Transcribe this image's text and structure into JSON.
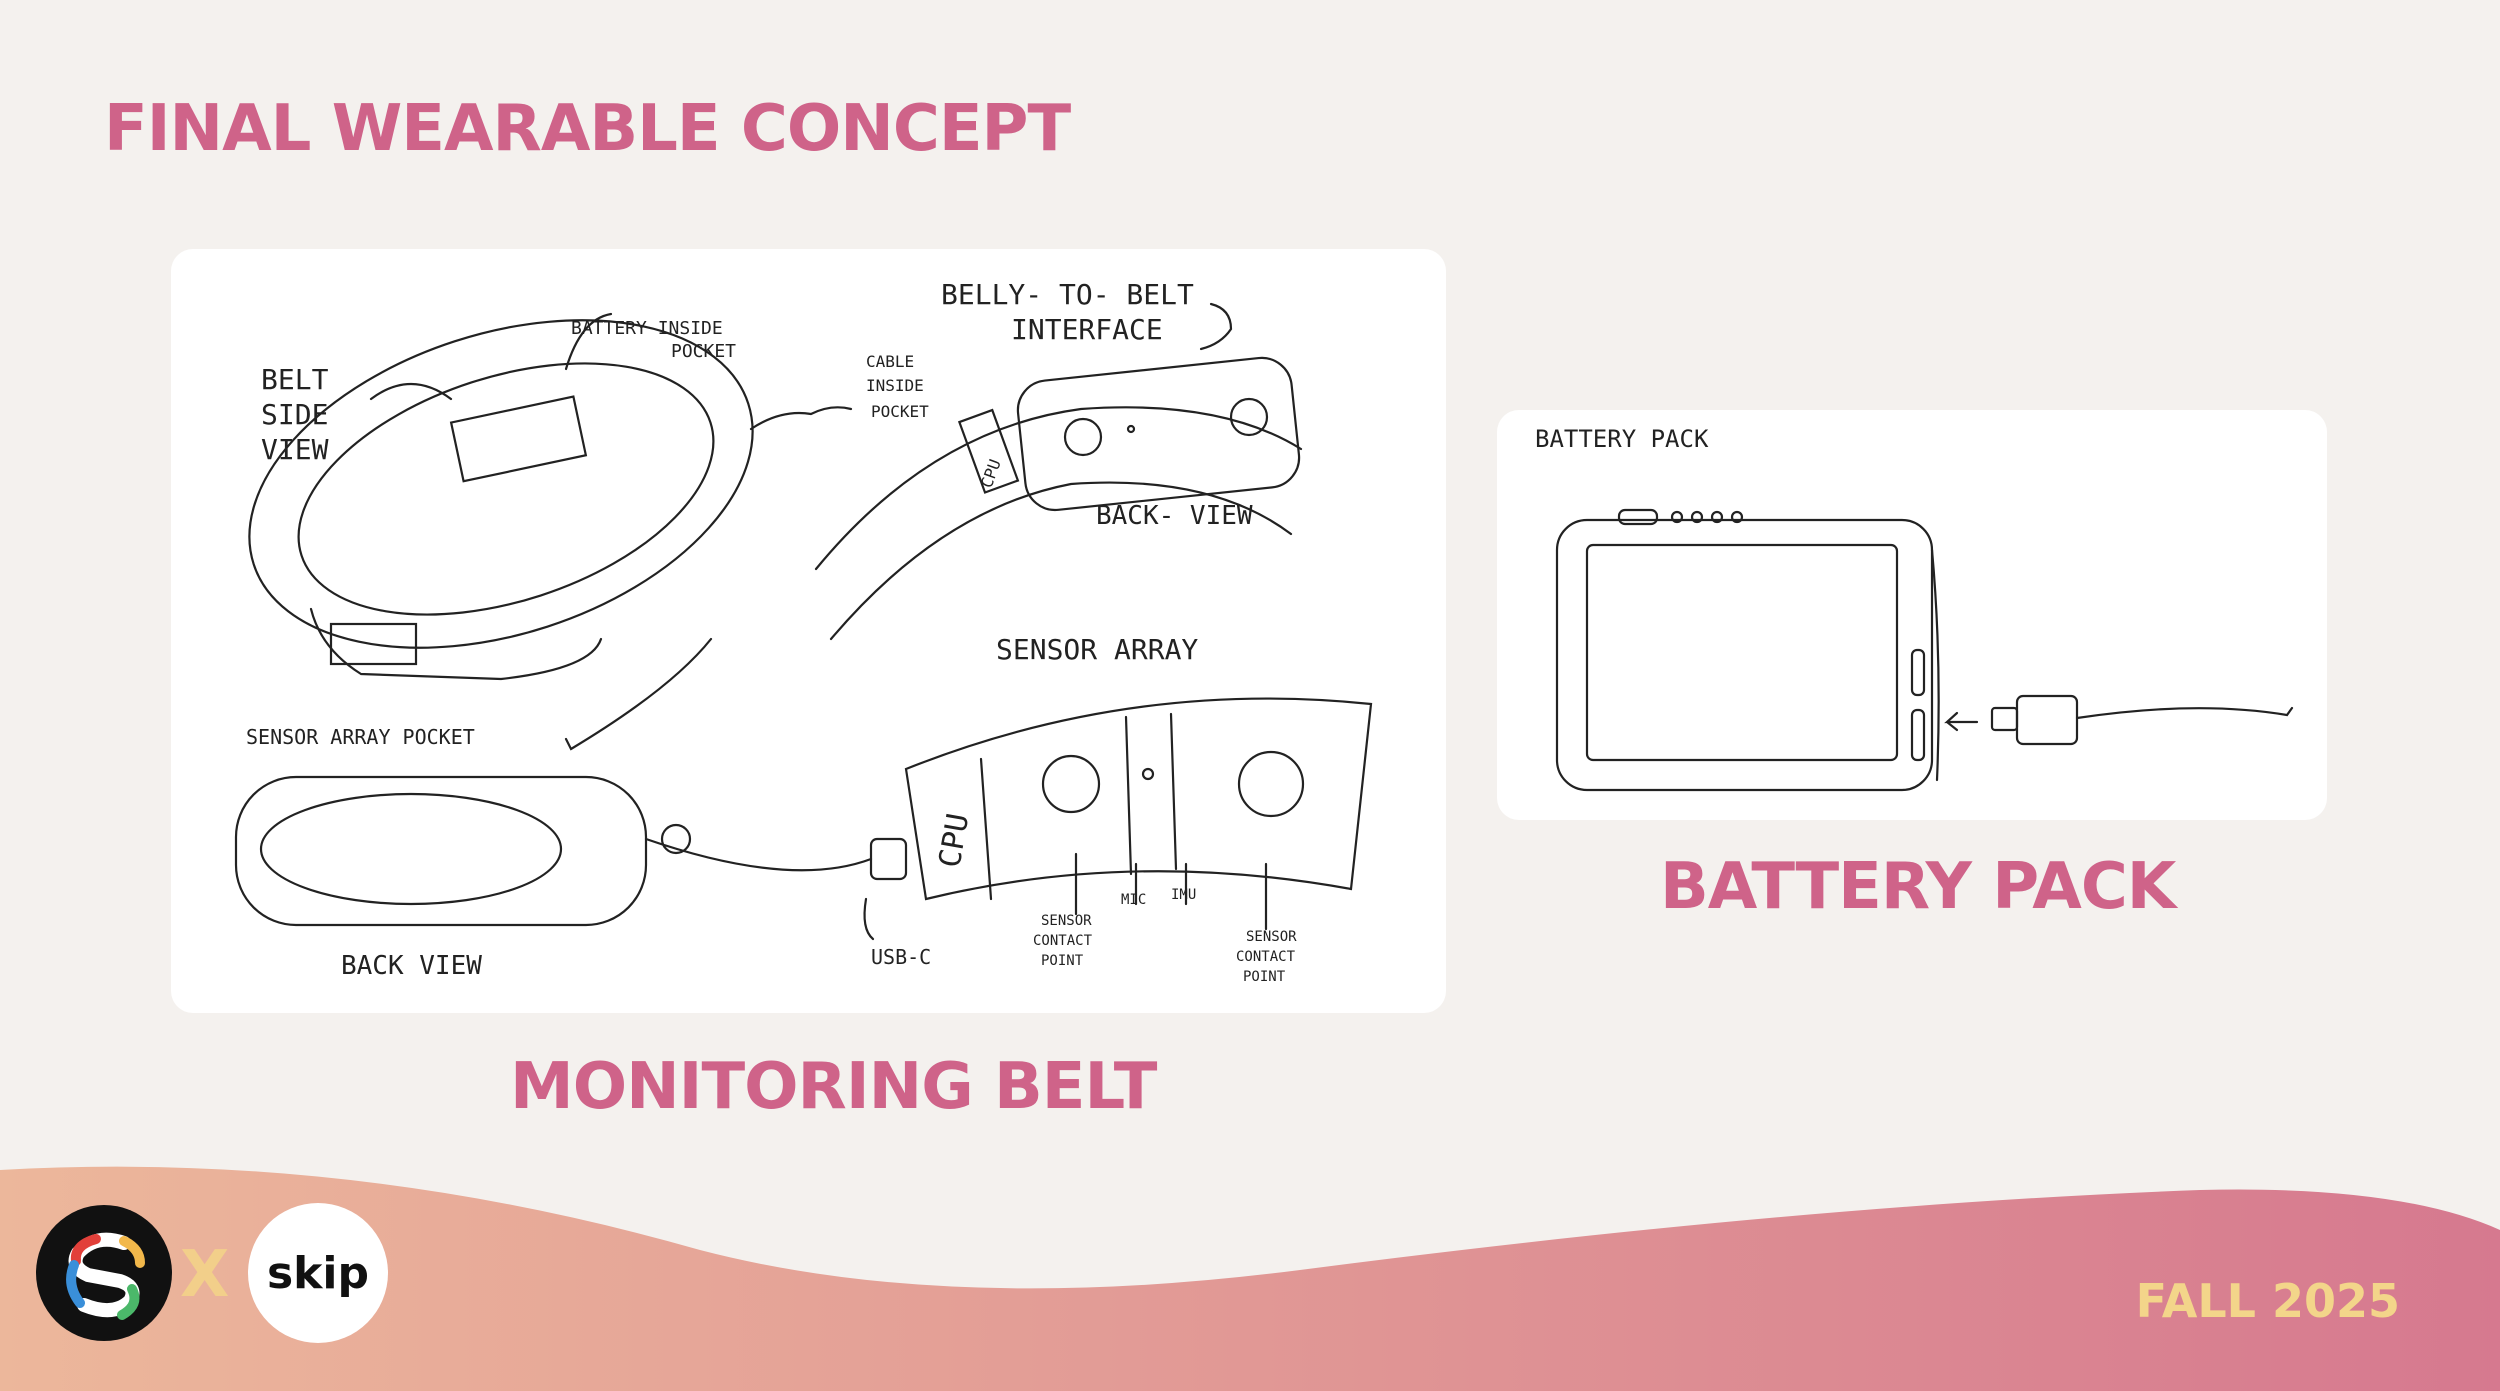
{
  "slide": {
    "title": "FINAL WEARABLE CONCEPT",
    "season": "FALL 2025",
    "partner_separator": "X",
    "partner_logo_text": "skip"
  },
  "belt_sketch": {
    "caption": "MONITORING BELT",
    "annotations": {
      "belt_side_view_1": "BELT",
      "belt_side_view_2": "SIDE",
      "belt_side_view_3": "VIEW",
      "battery_inside_1": "BATTERY INSIDE",
      "battery_inside_2": "POCKET",
      "cable_inside_1": "CABLE",
      "cable_inside_2": "INSIDE",
      "cable_inside_3": "POCKET",
      "interface_1": "BELLY- TO- BELT",
      "interface_2": "INTERFACE",
      "back_view_top": "BACK- VIEW",
      "cpu_small": "CPU",
      "sensor_array": "SENSOR ARRAY",
      "sensor_array_pocket": "SENSOR ARRAY POCKET",
      "back_view_bottom": "BACK VIEW",
      "cpu_large": "CPU",
      "usb_c": "USB-C",
      "sensor_contact_left_1": "SENSOR",
      "sensor_contact_left_2": "CONTACT",
      "sensor_contact_left_3": "POINT",
      "mic": "MIC",
      "imu": "IMU",
      "sensor_contact_right_1": "SENSOR",
      "sensor_contact_right_2": "CONTACT",
      "sensor_contact_right_3": "POINT"
    }
  },
  "battery_sketch": {
    "caption": "BATTERY PACK",
    "label": "BATTERY PACK"
  },
  "colors": {
    "accent": "#cf6389",
    "season": "#f3d58a",
    "background": "#f4f1ee",
    "wave_start": "#ecb79b",
    "wave_end": "#d6798f"
  }
}
